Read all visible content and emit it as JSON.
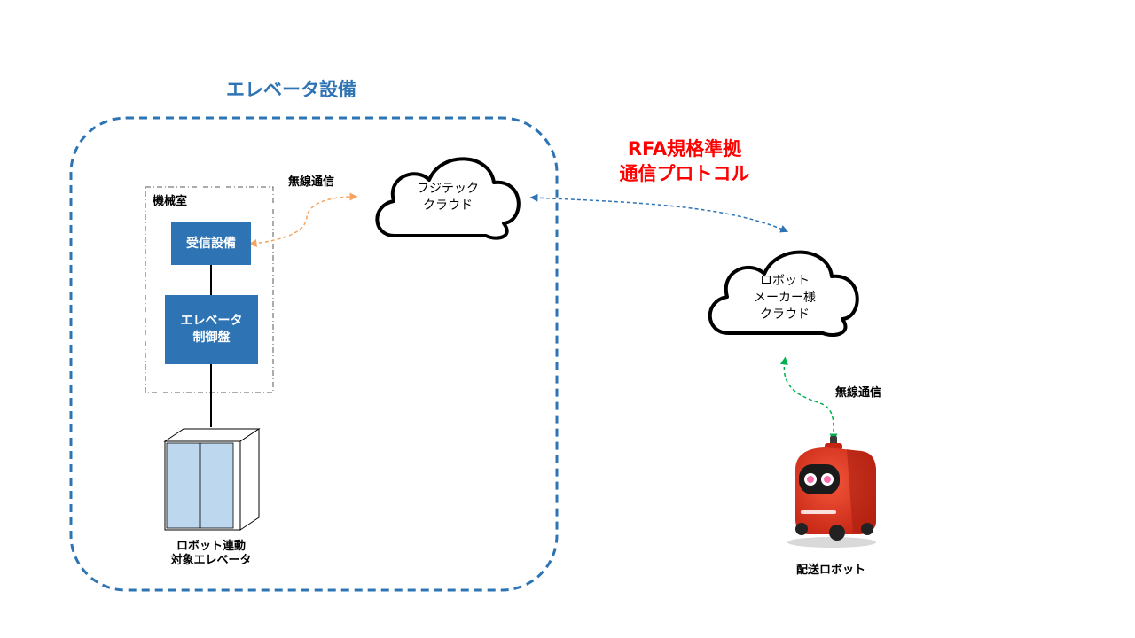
{
  "title": "エレベータ設備",
  "protocol": {
    "line1": "RFA規格準拠",
    "line2": "通信プロトコル"
  },
  "machine_room": {
    "label": "機械室"
  },
  "receiver": {
    "label": "受信設備"
  },
  "controller": {
    "line1": "エレベータ",
    "line2": "制御盤"
  },
  "elevator": {
    "line1": "ロボット連動",
    "line2": "対象エレベータ"
  },
  "fujitec_cloud": {
    "line1": "フジテック",
    "line2": "クラウド"
  },
  "maker_cloud": {
    "line1": "ロボット",
    "line2": "メーカー様",
    "line3": "クラウド"
  },
  "wireless_left": "無線通信",
  "wireless_right": "無線通信",
  "robot": {
    "label": "配送ロボット"
  },
  "colors": {
    "accent_blue": "#2E74B5",
    "protocol_red": "#FF0000",
    "orange_link": "#F4A460",
    "green_link": "#00B050",
    "elevator_fill": "#BDD7EE",
    "robot_red": "#E8321E"
  }
}
